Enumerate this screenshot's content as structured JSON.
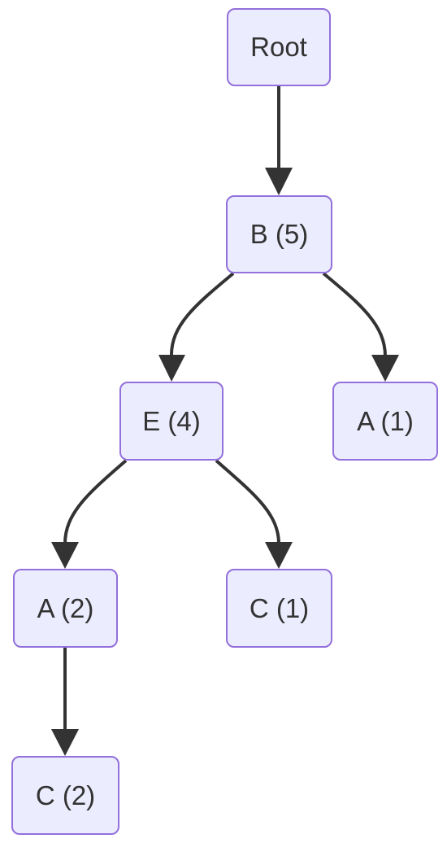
{
  "diagram": {
    "type": "tree",
    "colors": {
      "node_fill": "#ececff",
      "node_border": "#9370db",
      "edge": "#333333",
      "text": "#333333"
    },
    "nodes": {
      "root": "Root",
      "b5": "B (5)",
      "e4": "E (4)",
      "a1": "A (1)",
      "a2": "A (2)",
      "c1": "C (1)",
      "c2": "C (2)"
    },
    "edges": [
      [
        "root",
        "b5"
      ],
      [
        "b5",
        "e4"
      ],
      [
        "b5",
        "a1"
      ],
      [
        "e4",
        "a2"
      ],
      [
        "e4",
        "c1"
      ],
      [
        "a2",
        "c2"
      ]
    ]
  }
}
